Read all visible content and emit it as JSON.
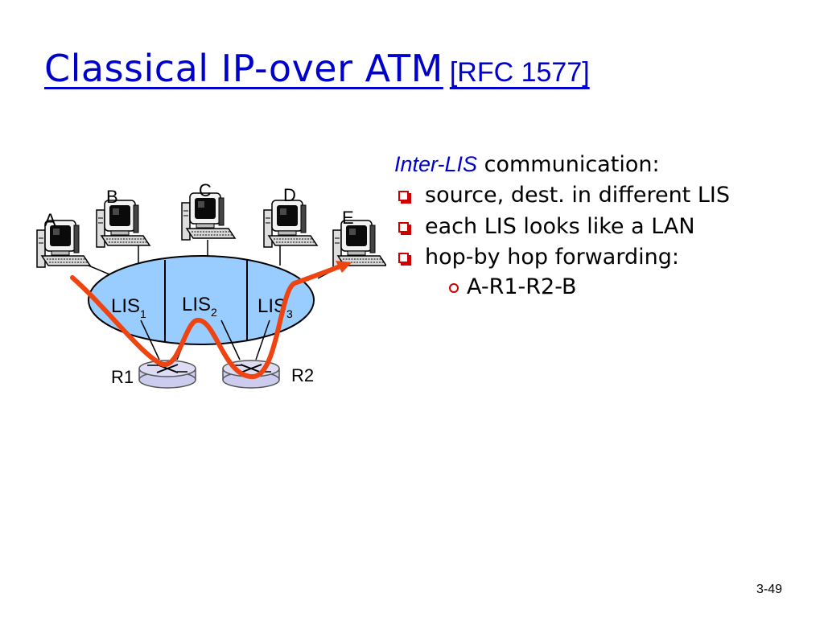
{
  "slide": {
    "title": "Classical IP-over ATM",
    "title_ref": "[RFC 1577]",
    "number": "3-49"
  },
  "content": {
    "subtitle_emphasis": "Inter-LIS",
    "subtitle_rest": " communication:",
    "bullets": [
      "source, dest. in different LIS",
      "each LIS looks like a LAN",
      "hop-by hop forwarding:"
    ],
    "sub_bullets": [
      "A-R1-R2-B"
    ]
  },
  "diagram": {
    "hosts": [
      "A",
      "B",
      "C",
      "D",
      "E"
    ],
    "lis": [
      {
        "label": "LIS",
        "sub": "1"
      },
      {
        "label": "LIS",
        "sub": "2"
      },
      {
        "label": "LIS",
        "sub": "3"
      }
    ],
    "routers": [
      "R1",
      "R2"
    ],
    "colors": {
      "ellipse_fill": "#99ccff",
      "path": "#ee4411",
      "router_fill": "#ccccee",
      "title": "#0000cc",
      "bullet": "#cc0000"
    },
    "icons": {
      "host": "computer-icon",
      "router": "router-icon"
    }
  }
}
